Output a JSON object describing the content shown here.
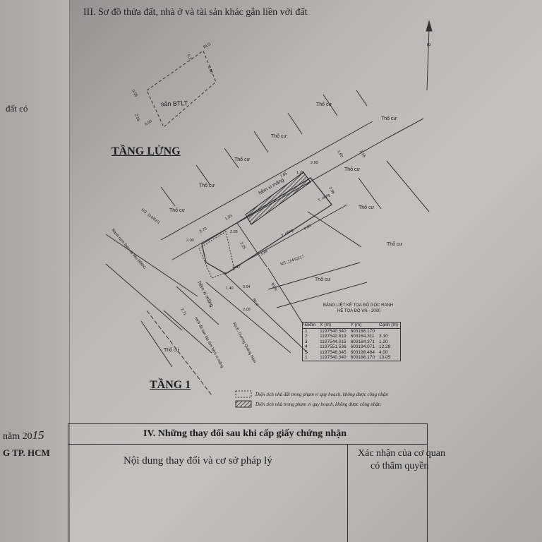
{
  "left_page": {
    "text1": "đất có",
    "year": "năm 20",
    "year_hand": "15",
    "org": "G TP. HCM"
  },
  "section3_title": "III. Sơ đồ thửa đất, nhà ở và tài sản khác gắn liền với đất",
  "north_mark": "B",
  "rooftop": {
    "label": "sân BTLT",
    "rlg": "RLG",
    "d1": "2.90",
    "d2": "6.00",
    "d3": "2.55",
    "d4": "0.1",
    "d5": "0.05"
  },
  "mezzanine_title": "TẦNG LỬNG",
  "floor1_title": "TẦNG 1",
  "neighbor_label": "Thổ cư",
  "alley_upper": "hẻm xi măng",
  "alley_lower": "hẻm xi măng",
  "ns_upper": "NS: 114/62/1",
  "ns_main": "NS: 114/62/17",
  "tmay_upper": "T. riêng",
  "tmay_main": "T. riêng",
  "rcn": "RCN",
  "rlg": "RLG",
  "road_name": "Ra Đ. Dương Quảng Hàm",
  "boundary_note_1": "Ranh rạch theo tài liệu BĐĐC",
  "boundary_note_2": "rạch đã san lấp làm hẻm xi măng",
  "dims": [
    "2.90",
    "7.65",
    "1.60",
    "2.96",
    "6.00",
    "1.20",
    "1.93",
    "2.70",
    "2.00",
    "2.05",
    "2.25",
    "3.38",
    "1.47",
    "1.40",
    "0.94",
    "2.71",
    "2.00",
    "2.16"
  ],
  "table": {
    "title1": "BẢNG LIỆT KÊ TỌA ĐỘ GÓC RANH",
    "title2": "HỆ TỌA ĐỘ VN - 2000",
    "headers": [
      "Điểm",
      "X (m)",
      "Y (m)",
      "Cạnh (m)"
    ],
    "rows": [
      [
        "1",
        "1197540.340",
        "603186.170",
        ""
      ],
      [
        "2",
        "1197542.819",
        "603184.311",
        "3.10"
      ],
      [
        "3",
        "1197544.015",
        "603184.371",
        "1.20"
      ],
      [
        "4",
        "1197551.536",
        "603194.071",
        "12.28"
      ],
      [
        "5",
        "1197548.345",
        "603198.484",
        "4.00"
      ],
      [
        "1",
        "1197540.340",
        "603186.170",
        "13.05"
      ]
    ]
  },
  "legend": {
    "item1": "Diện tích nhà đất trong phạm vi quy hoạch, không được công nhận",
    "item2": "Diện tích nhà trong phạm vi quy hoạch, không được công nhận"
  },
  "section4": {
    "title": "IV. Những thay đổi sau khi cấp giấy chứng nhận",
    "col1": "Nội dung thay đổi và cơ sở pháp lý",
    "col2_line1": "Xác nhận của cơ quan",
    "col2_line2": "có thẩm quyền"
  }
}
